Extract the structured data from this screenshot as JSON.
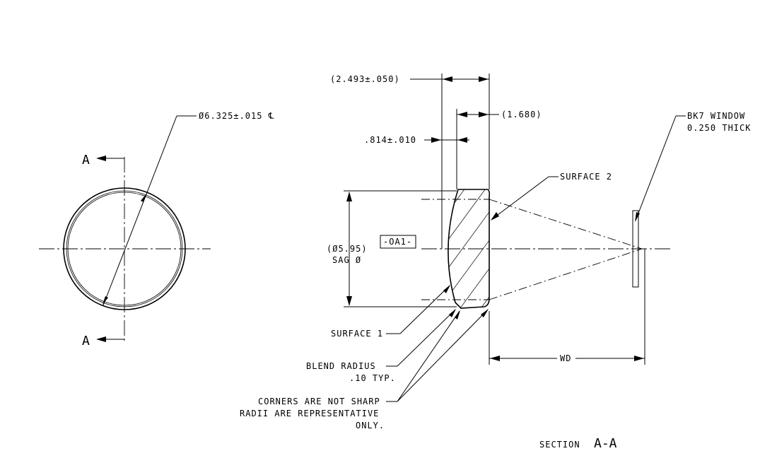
{
  "front_view": {
    "section_mark_top": "A",
    "section_mark_bottom": "A",
    "diameter_label": "Ø6.325±.015 ℄"
  },
  "section_view": {
    "overall_thickness": "(2.493±.050)",
    "back_dimension": "(1.680)",
    "edge_thickness": ".814±.010",
    "sag_diameter_line1": "(Ø5.95)",
    "sag_diameter_line2": "SAG Ø",
    "datum": "-OA1-",
    "surface_2": "SURFACE 2",
    "surface_1": "SURFACE 1",
    "blend_radius_line1": "BLEND  RADIUS",
    "blend_radius_line2": ".10 TYP.",
    "corners_note_line1": "CORNERS ARE NOT SHARP",
    "corners_note_line2": "RADII ARE REPRESENTATIVE",
    "corners_note_line3": "ONLY.",
    "window_line1": "BK7 WINDOW",
    "window_line2": "0.250 THICK",
    "working_distance": "WD",
    "section_title_word": "SECTION",
    "section_title_mark": "A-A"
  }
}
